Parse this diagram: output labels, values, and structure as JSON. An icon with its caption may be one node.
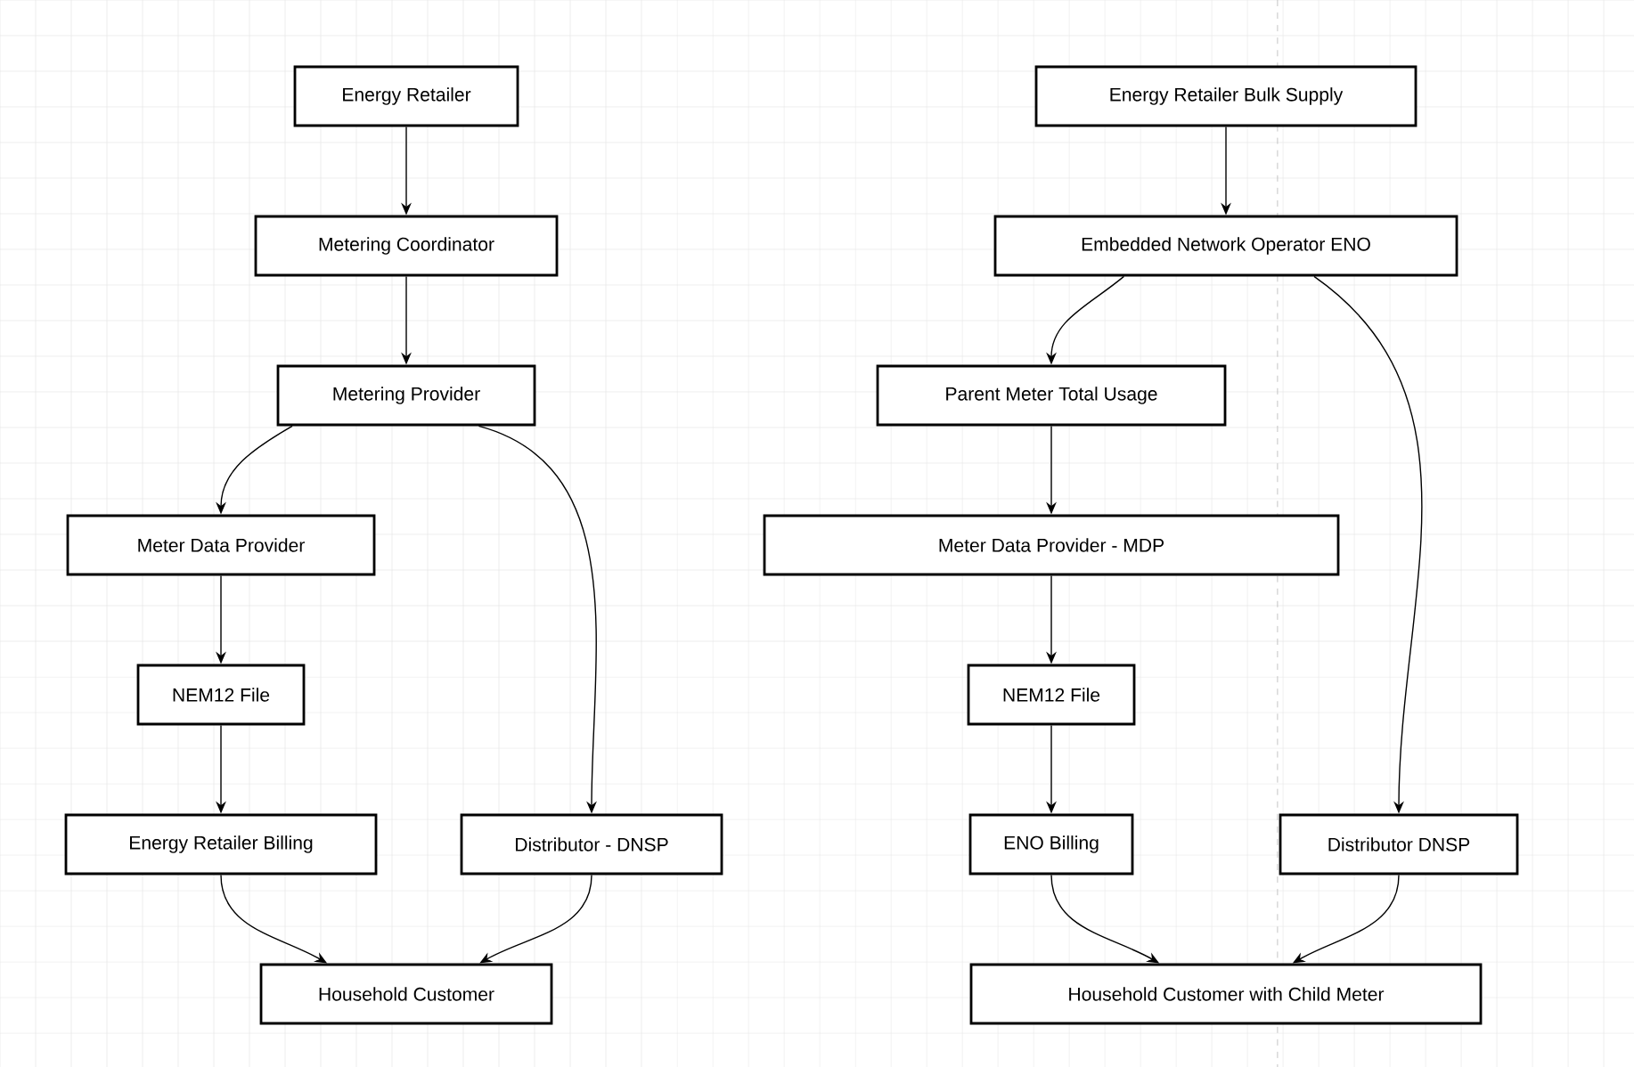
{
  "diagram": {
    "nodes": [
      {
        "text": [
          "Energy Retailer"
        ]
      },
      {
        "text": [
          "Metering Coordinator"
        ]
      },
      {
        "text": [
          "Metering Provider"
        ]
      },
      {
        "text": [
          "Meter Data Provider"
        ]
      },
      {
        "text": [
          "NEM12 File"
        ]
      },
      {
        "text": [
          "Energy Retailer Billing"
        ]
      },
      {
        "text": [
          "Distributor - DNSP"
        ]
      },
      {
        "text": [
          "Household Customer"
        ]
      },
      {
        "text": [
          "Energy Retailer Bulk Supply"
        ]
      },
      {
        "text": [
          "Embedded Network Operator ENO"
        ]
      },
      {
        "text": [
          "Parent Meter Total Usage"
        ]
      },
      {
        "text": [
          "Meter Data Provider - MDP"
        ]
      },
      {
        "text": [
          "NEM12 File"
        ]
      },
      {
        "text": [
          "ENO Billing"
        ]
      },
      {
        "text": [
          "Distributor DNSP"
        ]
      },
      {
        "text": [
          "Household Customer with Child Meter"
        ]
      }
    ],
    "edges": [
      {
        "from": 0,
        "to": 1,
        "arrow": "to"
      },
      {
        "from": 1,
        "to": 2,
        "arrow": "to"
      },
      {
        "from": 2,
        "to": 3,
        "arrow": "to"
      },
      {
        "from": 2,
        "to": 6,
        "arrow": "to"
      },
      {
        "from": 3,
        "to": 4,
        "arrow": "to"
      },
      {
        "from": 4,
        "to": 5,
        "arrow": "to"
      },
      {
        "from": 5,
        "to": 7,
        "arrow": "to"
      },
      {
        "from": 6,
        "to": 7,
        "arrow": "to"
      },
      {
        "from": 8,
        "to": 9,
        "arrow": "to"
      },
      {
        "from": 9,
        "to": 10,
        "arrow": "to"
      },
      {
        "from": 9,
        "to": 14,
        "arrow": "to"
      },
      {
        "from": 10,
        "to": 11,
        "arrow": "to"
      },
      {
        "from": 11,
        "to": 12,
        "arrow": "to"
      },
      {
        "from": 12,
        "to": 13,
        "arrow": "to"
      },
      {
        "from": 13,
        "to": 15,
        "arrow": "to"
      },
      {
        "from": 14,
        "to": 15,
        "arrow": "to"
      }
    ]
  }
}
